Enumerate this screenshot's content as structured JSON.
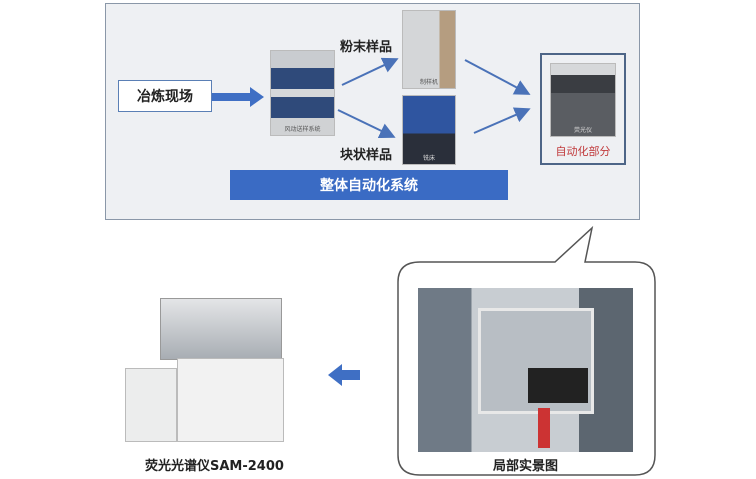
{
  "top_diagram": {
    "site_label": "冶炼现场",
    "pneumatic_caption": "风动送样系统",
    "powder_label": "粉末样品",
    "powder_machine_caption": "制样机",
    "block_label": "块状样品",
    "block_machine_caption": "铣床",
    "xrf_caption": "荧光仪",
    "auto_part_label": "自动化部分",
    "system_bar_label": "整体自动化系统"
  },
  "bottom": {
    "instrument_caption": "荧光光谱仪SAM-2400",
    "onsite_caption": "局部实景图"
  },
  "colors": {
    "accent_blue": "#3a6bc4",
    "arrow_blue": "#4a72b8",
    "red_text": "#c0393b"
  }
}
